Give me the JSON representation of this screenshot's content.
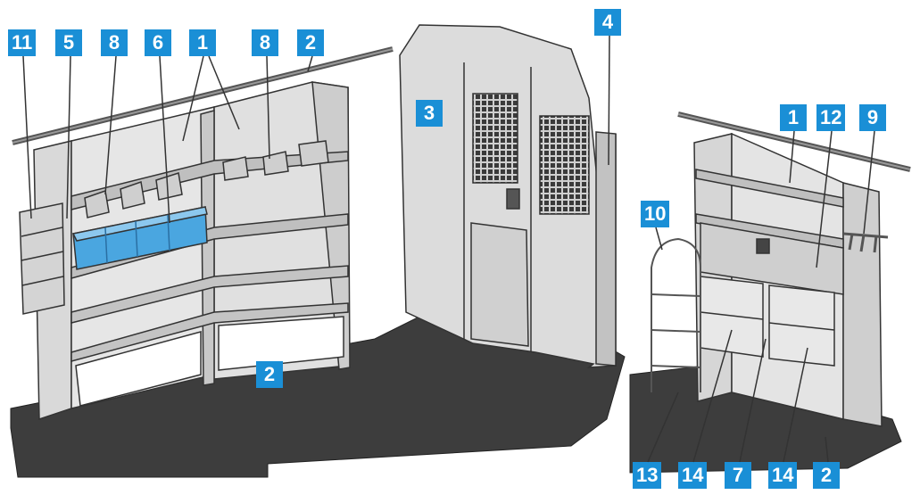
{
  "badges": {
    "b11": "11",
    "b5": "5",
    "b8a": "8",
    "b6": "6",
    "b1a": "1",
    "b8b": "8",
    "b2a": "2",
    "b4": "4",
    "b3": "3",
    "b2b": "2",
    "b10": "10",
    "b1b": "1",
    "b12": "12",
    "b9": "9",
    "b13": "13",
    "b14a": "14",
    "b7": "7",
    "b14b": "14",
    "b2c": "2"
  },
  "colors": {
    "badge": "#1a8fd6",
    "floor": "#3d3d3d",
    "panel": "#d9d9d9",
    "bin": "#4aa6e0",
    "outline": "#333333"
  }
}
